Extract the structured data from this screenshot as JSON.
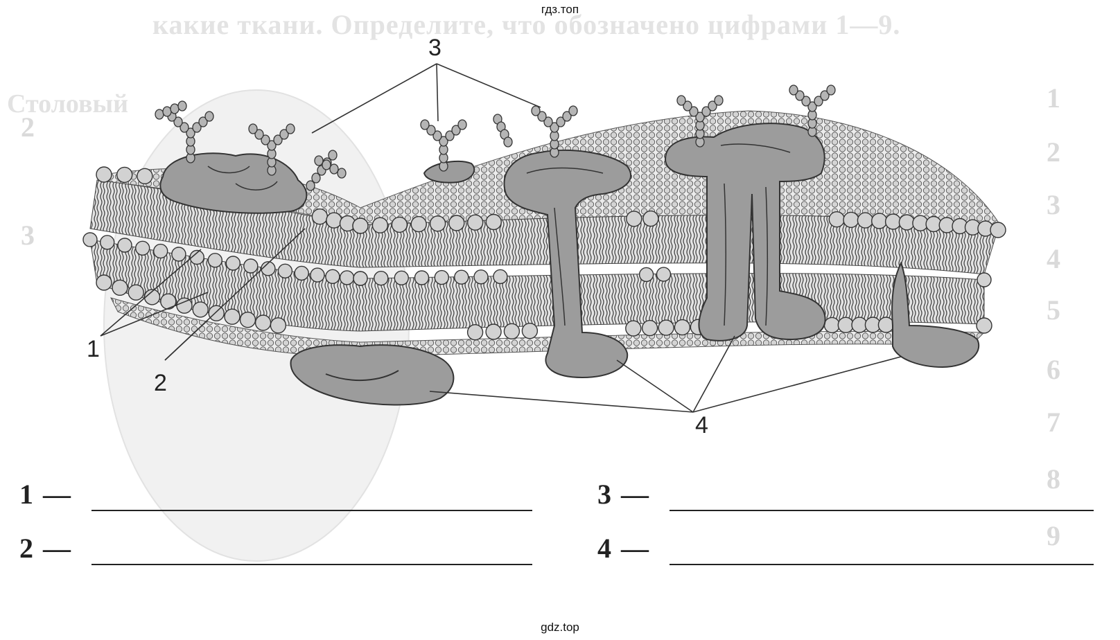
{
  "watermark_top": "гдз.топ",
  "watermark_bottom": "gdz.top",
  "background_text": {
    "title": "какие ткани. Определите, что обозначено цифрами 1—9.",
    "word": "Столовый",
    "numbers": [
      "1",
      "2",
      "3",
      "4",
      "5",
      "6",
      "7",
      "8",
      "9"
    ],
    "left_numbers": [
      "2",
      "3"
    ]
  },
  "diagram_labels": {
    "label_1": "1",
    "label_2": "2",
    "label_3": "3",
    "label_4": "4"
  },
  "answers": [
    {
      "number": "1",
      "dash": "—"
    },
    {
      "number": "2",
      "dash": "—"
    },
    {
      "number": "3",
      "dash": "—"
    },
    {
      "number": "4",
      "dash": "—"
    }
  ],
  "colors": {
    "protein": "#9a9a9a",
    "head": "#d2d2d2",
    "outline": "#333333",
    "glyco": "#b5b5b5"
  }
}
